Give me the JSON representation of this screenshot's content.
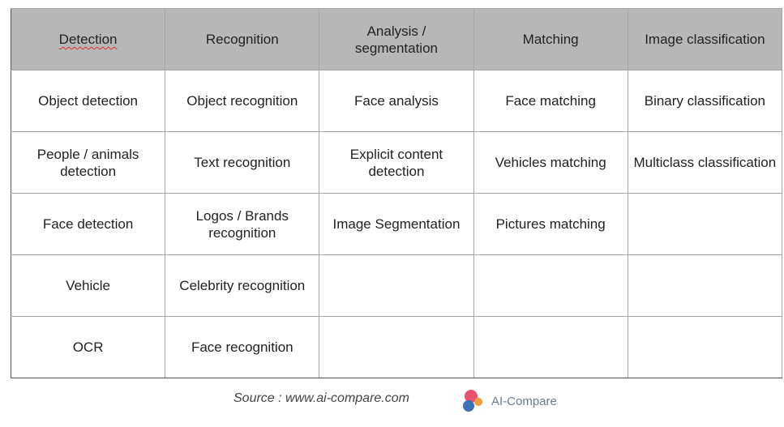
{
  "table": {
    "headers": [
      "Detection",
      "Recognition",
      "Analysis / segmentation",
      "Matching",
      "Image classification"
    ],
    "rows": [
      [
        "Object detection",
        "Object recognition",
        "Face analysis",
        "Face matching",
        "Binary classification"
      ],
      [
        "People / animals detection",
        "Text recognition",
        "Explicit content detection",
        "Vehicles matching",
        "Multiclass classification"
      ],
      [
        "Face detection",
        "Logos / Brands recognition",
        "Image Segmentation",
        "Pictures matching",
        ""
      ],
      [
        "Vehicle",
        "Celebrity recognition",
        "",
        "",
        ""
      ],
      [
        "OCR",
        "Face recognition",
        "",
        "",
        ""
      ]
    ]
  },
  "footer": {
    "source": "Source : www.ai-compare.com",
    "logo_text": "AI-Compare",
    "logo_icon": "ai-compare-logo-icon"
  }
}
